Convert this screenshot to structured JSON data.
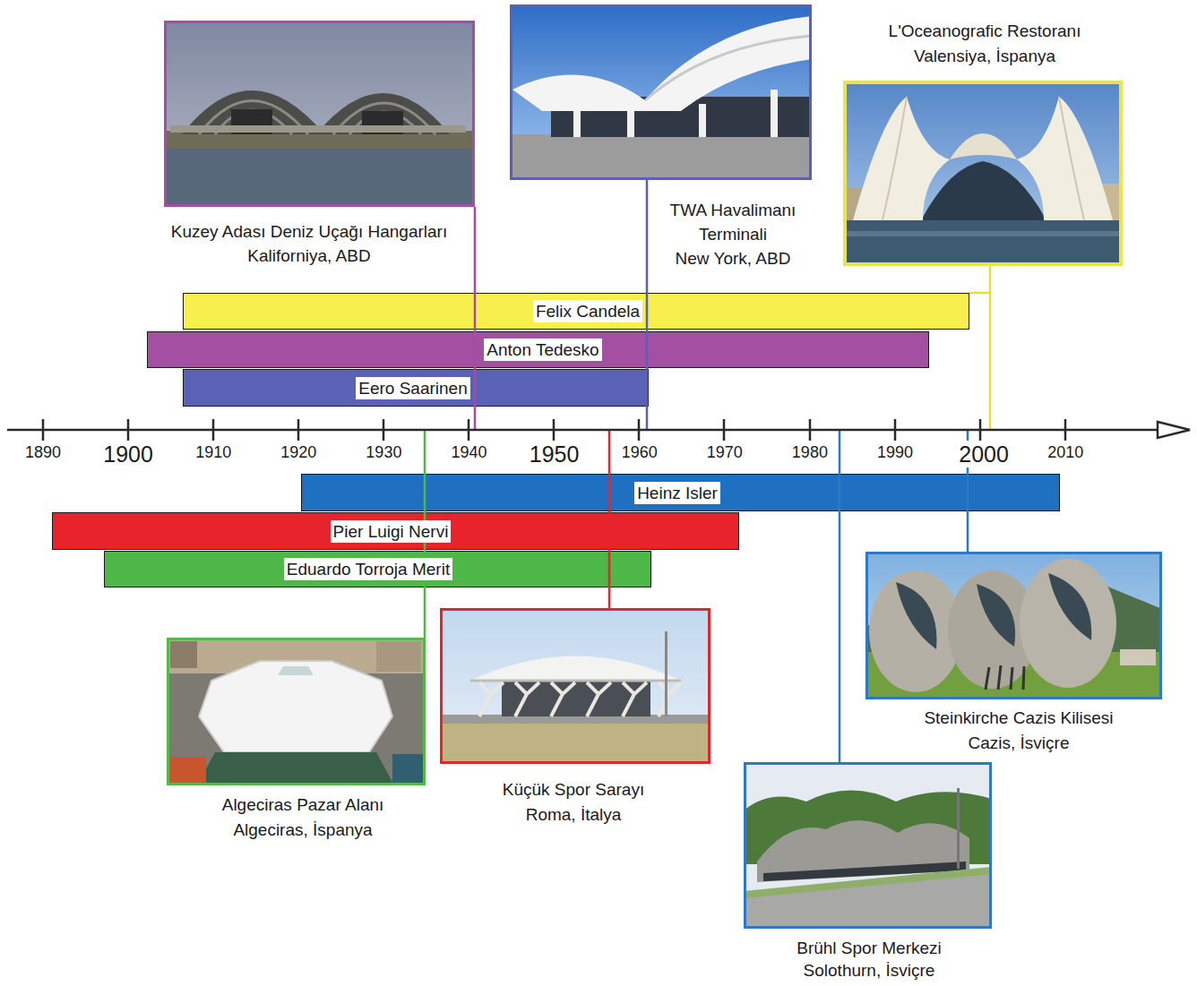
{
  "diagram": {
    "nodes": [
      {
        "text": [
          "Kuzey Adası Deniz Uçağı Hangarları",
          "Kaliforniya, ABD"
        ]
      },
      {
        "text": [
          "TWA Havalimanı Terminali",
          "New York, ABD"
        ]
      },
      {
        "text": [
          "L'Oceanografic Restoranı",
          "Valensiya, İspanya"
        ]
      },
      {
        "text": [
          "Felix Candela"
        ]
      },
      {
        "text": [
          "Anton Tedesko"
        ]
      },
      {
        "text": [
          "Eero Saarinen"
        ]
      },
      {
        "text": [
          "Heinz Isler"
        ]
      },
      {
        "text": [
          "Pier Luigi Nervi"
        ]
      },
      {
        "text": [
          "Eduardo Torroja Merit"
        ]
      },
      {
        "text": [
          "Algeciras Pazar Alanı",
          "Algeciras, İspanya"
        ]
      },
      {
        "text": [
          "Küçük Spor Sarayı",
          "Roma, İtalya"
        ]
      },
      {
        "text": [
          "Steinkirche Cazis Kilisesi",
          "Cazis, İsviçre"
        ]
      },
      {
        "text": [
          "Brühl Spor Merkezi",
          "Solothurn, İsviçre"
        ]
      }
    ],
    "labels": [
      "1890",
      "1900",
      "1910",
      "1920",
      "1930",
      "1940",
      "1950",
      "1960",
      "1970",
      "1980",
      "1990",
      "2000",
      "2010"
    ]
  }
}
